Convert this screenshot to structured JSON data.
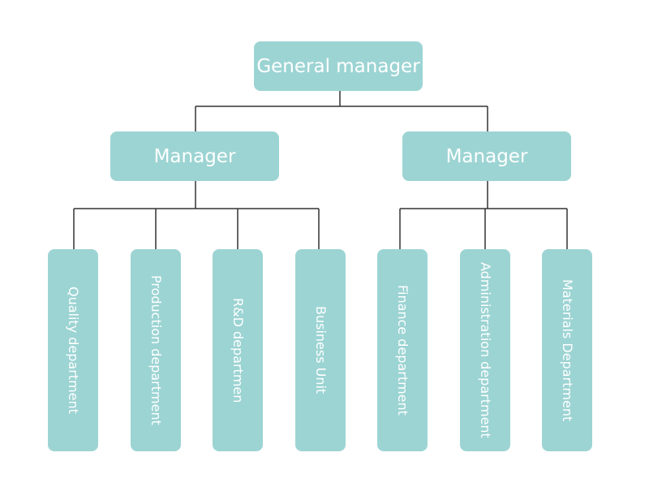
{
  "org_chart": {
    "root": {
      "label": "General manager"
    },
    "managers": [
      {
        "label": "Manager"
      },
      {
        "label": "Manager"
      }
    ],
    "departments": [
      {
        "label": "Quality department"
      },
      {
        "label": "Production department"
      },
      {
        "label": "R&D departmen"
      },
      {
        "label": "Business Unit"
      },
      {
        "label": "Finance department"
      },
      {
        "label": "Administration department"
      },
      {
        "label": "Materials Department"
      }
    ]
  },
  "colors": {
    "node_fill": "#9cd4d3",
    "node_text": "#ffffff",
    "connector": "#333333",
    "background": "#ffffff"
  }
}
